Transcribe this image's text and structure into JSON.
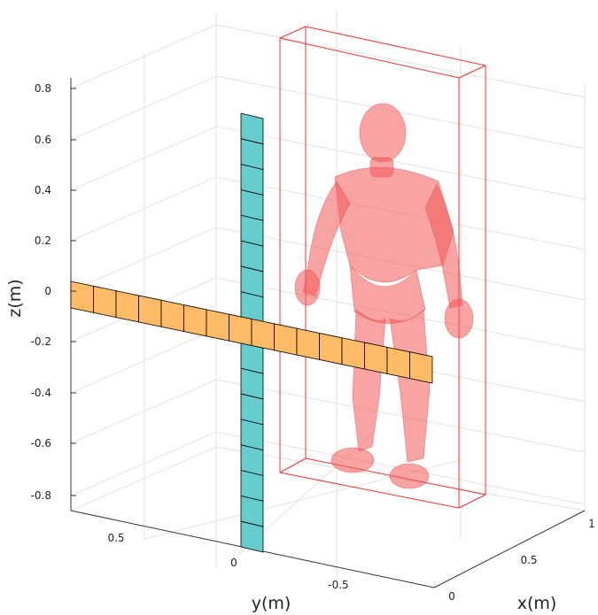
{
  "chart_data": {
    "type": "scatter",
    "subtype": "3d-scene",
    "title": "",
    "xlabel": "x(m)",
    "ylabel": "y(m)",
    "zlabel": "z(m)",
    "xlim": [
      0,
      1
    ],
    "ylim": [
      -0.8,
      0.8
    ],
    "zlim": [
      -0.85,
      0.85
    ],
    "grid": true,
    "x_tick_labels": [
      "0",
      "0.5",
      "1"
    ],
    "y_tick_labels": [
      "0.5",
      "0",
      "-0.5"
    ],
    "z_tick_labels": [
      "0.8",
      "0.6",
      "0.4",
      "0.2",
      "0",
      "-0.2",
      "-0.4",
      "-0.6",
      "-0.8"
    ],
    "z_tick_values": [
      0.8,
      0.6,
      0.4,
      0.2,
      0,
      -0.2,
      -0.4,
      -0.6,
      -0.8
    ],
    "colors": {
      "vertical_array": "#66cccc",
      "horizontal_array": "#ffbb66",
      "bounding_box": "#ee3333",
      "body": "#f25a5a",
      "grid": "#e2e2e2"
    },
    "objects": [
      {
        "name": "vertical-antenna-array",
        "orientation": "vertical",
        "elements": 17
      },
      {
        "name": "horizontal-antenna-array",
        "orientation": "horizontal",
        "elements": 16
      },
      {
        "name": "human-body-model",
        "shape": "human"
      },
      {
        "name": "bounding-box",
        "shape": "box"
      }
    ]
  }
}
